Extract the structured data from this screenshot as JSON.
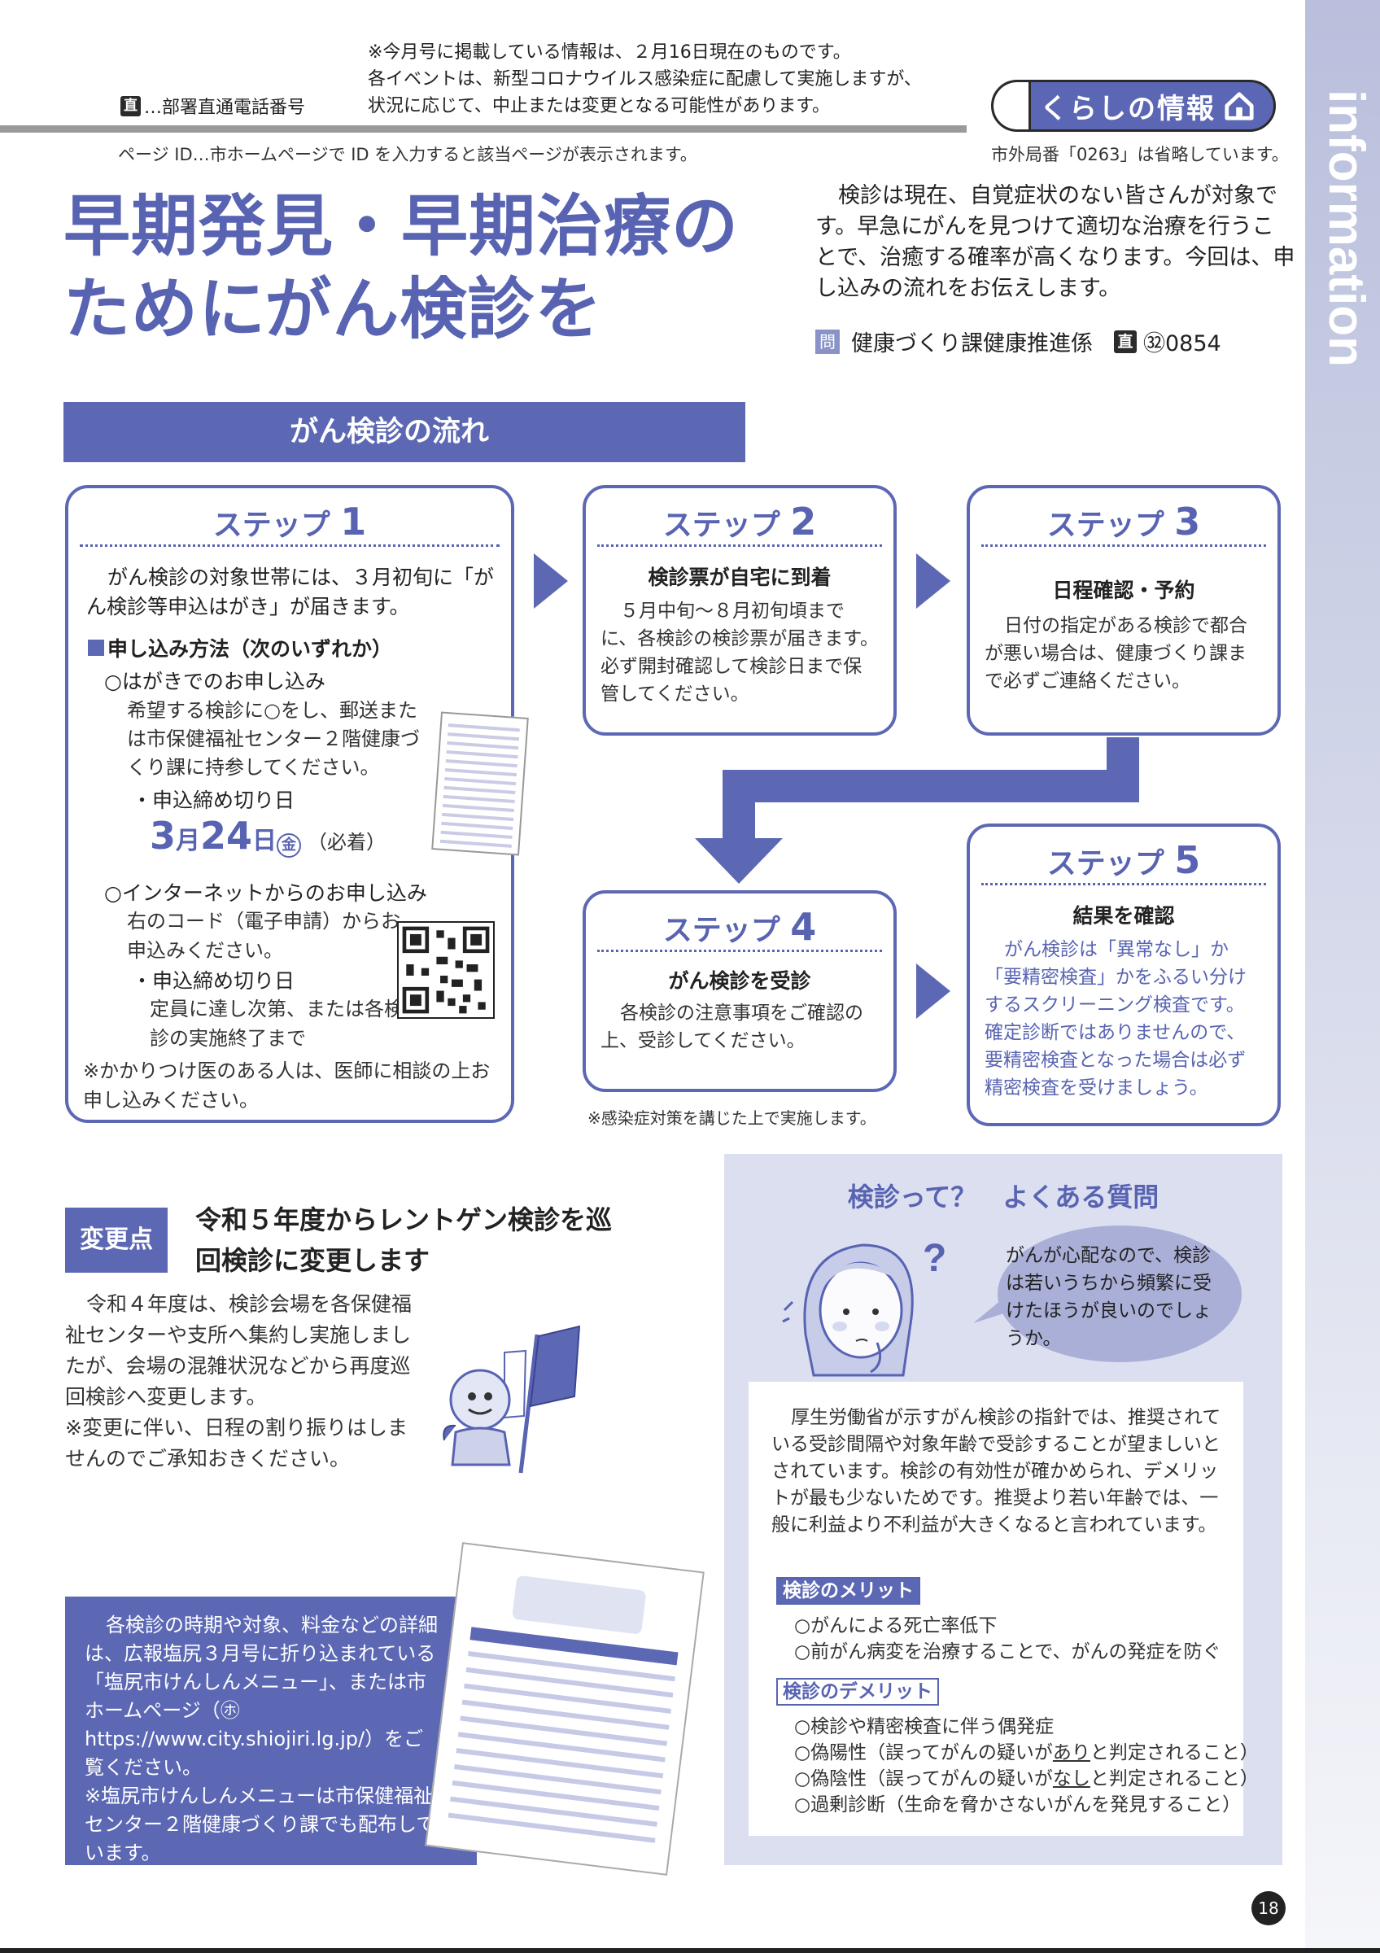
{
  "header": {
    "note_lines": [
      "※今月号に掲載している情報は、２月16日現在のものです。",
      "各イベントは、新型コロナウイルス感染症に配慮して実施しますが、",
      "状況に応じて、中止または変更となる可能性があります。"
    ],
    "legend_mark": "直",
    "legend_text": "…部署直通電話番号",
    "page_id_note": "ページ ID…市ホームページで ID を入力すると該当ページが表示されます。",
    "exchange_note": "市外局番「0263」は省略しています。",
    "section_tab": "くらしの情報",
    "side_word": "information"
  },
  "title": {
    "line1": "早期発見・早期治療の",
    "line2": "ためにがん検診を"
  },
  "intro": "検診は現在、自覚症状のない皆さんが対象です。早急にがんを見つけて適切な治療を行うことで、治癒する確率が高くなります。今回は、申し込みの流れをお伝えします。",
  "contact": {
    "q_mark": "問",
    "dept": "健康づくり課健康推進係",
    "direct_mark": "直",
    "phone": "㉜0854"
  },
  "flow": {
    "heading": "がん検診の流れ",
    "step_word": "ステップ",
    "step1": {
      "num": "1",
      "intro": "がん検診の対象世帯には、３月初旬に「がん検診等申込はがき」が届きます。",
      "how": "申し込み方法（次のいずれか）",
      "postcard_title": "○はがきでのお申し込み",
      "postcard_body": "希望する検診に○をし、郵送または市保健福祉センター２階健康づくり課に持参してください。",
      "deadline_label": "・申込締め切り日",
      "deadline_month": "3",
      "deadline_month_unit": "月",
      "deadline_day": "24",
      "deadline_day_unit": "日",
      "deadline_weekday": "金",
      "deadline_note": "（必着）",
      "net_title": "○インターネットからのお申し込み",
      "net_body": "右のコード（電子申請）からお申込みください。",
      "deadline2_label": "・申込締め切り日",
      "deadline2_body": "定員に達し次第、または各検診の実施終了まで",
      "note": "※かかりつけ医のある人は、医師に相談の上お申し込みください。"
    },
    "step2": {
      "num": "2",
      "sub": "検診票が自宅に到着",
      "body": "５月中旬～８月初旬頃までに、各検診の検診票が届きます。必ず開封確認して検診日まで保管してください。"
    },
    "step3": {
      "num": "3",
      "sub": "日程確認・予約",
      "body": "日付の指定がある検診で都合が悪い場合は、健康づくり課まで必ずご連絡ください。"
    },
    "step4": {
      "num": "4",
      "sub": "がん検診を受診",
      "body": "各検診の注意事項をご確認の上、受診してください。"
    },
    "step5": {
      "num": "5",
      "sub": "結果を確認",
      "body": "がん検診は「異常なし」か「要精密検査」かをふるい分けするスクリーニング検査です。確定診断ではありませんので、要精密検査となった場合は必ず精密検査を受けましょう。"
    },
    "infection_note": "※感染症対策を講じた上で実施します。"
  },
  "change": {
    "tag": "変更点",
    "title": "令和５年度からレントゲン検診を巡回検診に変更します",
    "body": "令和４年度は、検診会場を各保健福祉センターや支所へ集約し実施しましたが、会場の混雑状況などから再度巡回検診へ変更します。",
    "note": "※変更に伴い、日程の割り振りはしませんのでご承知おきください。"
  },
  "menu": {
    "body": "各検診の時期や対象、料金などの詳細は、広報塩尻３月号に折り込まれている「塩尻市けんしんメニュー」、または市ホームページ（㋭https://www.city.shiojiri.lg.jp/）をご覧ください。",
    "note": "※塩尻市けんしんメニューは市保健福祉センター２階健康づくり課でも配布しています。"
  },
  "faq": {
    "title": "検診って？　よくある質問",
    "question": "がんが心配なので、検診は若いうちから頻繁に受けたほうが良いのでしょうか。",
    "answer": "厚生労働省が示すがん検診の指針では、推奨されている受診間隔や対象年齢で受診することが望ましいとされています。検診の有効性が確かめられ、デメリットが最も少ないためです。推奨より若い年齢では、一般に利益より不利益が大きくなると言われています。",
    "merit_label": "検診のメリット",
    "merits": [
      "○がんによる死亡率低下",
      "○前がん病変を治療することで、がんの発症を防ぐ"
    ],
    "demerit_label": "検診のデメリット",
    "demerit1": "○検診や精密検査に伴う偶発症",
    "demerit2_pre": "○偽陽性（誤ってがんの疑いが",
    "demerit2_u": "あり",
    "demerit2_post": "と判定されること）",
    "demerit3_pre": "○偽陰性（誤ってがんの疑いが",
    "demerit3_u": "なし",
    "demerit3_post": "と判定されること）",
    "demerit4": "○過剰診断（生命を脅かさないがんを発見すること）"
  },
  "page_number": "18",
  "colors": {
    "accent": "#5d68b5",
    "accent_text": "#5864b2",
    "faq_bg": "#dcdff0"
  }
}
